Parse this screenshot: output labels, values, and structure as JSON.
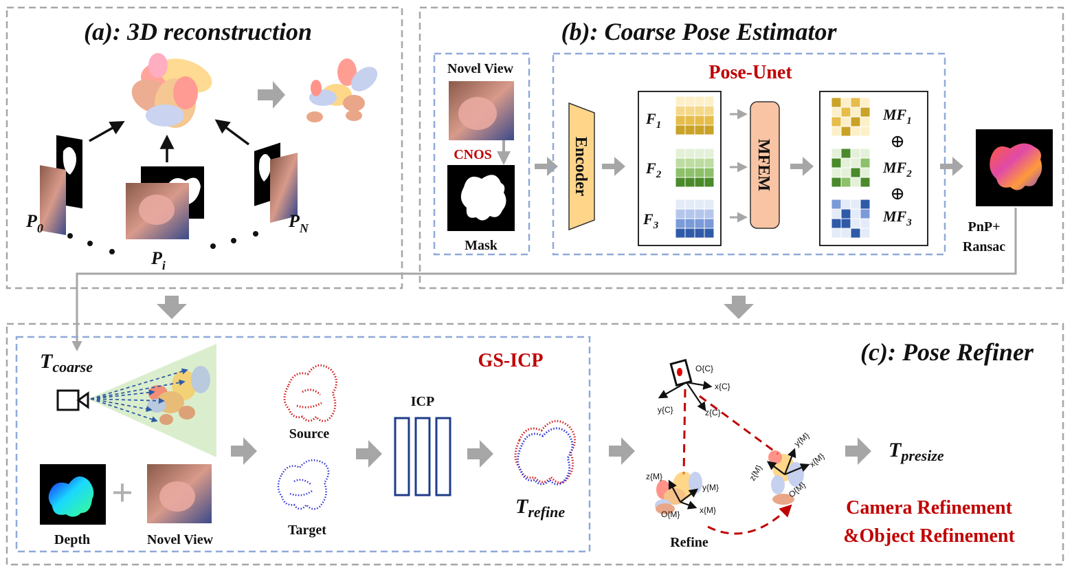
{
  "panel_a": {
    "title": "(a): 3D reconstruction",
    "views": [
      "P",
      "P",
      "P"
    ],
    "view_subscripts": [
      "0",
      "i",
      "N"
    ]
  },
  "panel_b": {
    "title": "(b): Coarse Pose Estimator",
    "novel_view_label": "Novel View",
    "cnos_label": "CNOS",
    "mask_label": "Mask",
    "pose_unet_label": "Pose-Unet",
    "encoder_label": "Encoder",
    "mfem_label": "MFEM",
    "features": [
      {
        "name": "F",
        "sub": "1"
      },
      {
        "name": "F",
        "sub": "2"
      },
      {
        "name": "F",
        "sub": "3"
      }
    ],
    "multi_features": [
      {
        "name": "MF",
        "sub": "1"
      },
      {
        "name": "MF",
        "sub": "2"
      },
      {
        "name": "MF",
        "sub": "3"
      }
    ],
    "oplus": "⊕",
    "pnp_label": "PnP+",
    "ransac_label": "Ransac"
  },
  "panel_c": {
    "title": "(c): Pose Refiner",
    "gs_icp_label": "GS-ICP",
    "t_coarse": {
      "name": "T",
      "sub": "coarse"
    },
    "depth_label": "Depth",
    "novel_view_label": "Novel View",
    "plus": "+",
    "source_label": "Source",
    "target_label": "Target",
    "icp_label": "ICP",
    "t_refine": {
      "name": "T",
      "sub": "refine"
    },
    "t_presize": {
      "name": "T",
      "sub": "presize"
    },
    "refine_label": "Refine",
    "camera_frame": {
      "origin": "O{C}",
      "x": "x{C}",
      "y": "y{C}",
      "z": "z{C}"
    },
    "object_frame_1": {
      "origin": "O{M}",
      "x": "x{M}",
      "y": "y{M}",
      "z": "z{M}"
    },
    "object_frame_2": {
      "origin": "O{M}",
      "x": "x{M}",
      "y": "y{M}",
      "z": "z{M}"
    },
    "refinement_line1": "Camera Refinement",
    "refinement_line2": "&Object Refinement"
  },
  "colors": {
    "dashed_gray": "#a6a6a6",
    "dashed_blue": "#8fa9d8",
    "arrow_gray": "#a6a6a6",
    "red_text": "#c00000",
    "encoder_fill": "#ffd58a",
    "mfem_fill": "#f8c4a4",
    "gold": "#c9a227",
    "green": "#4a8a2a",
    "blue": "#2f5aa8",
    "icp_blue": "#1f3c88"
  }
}
